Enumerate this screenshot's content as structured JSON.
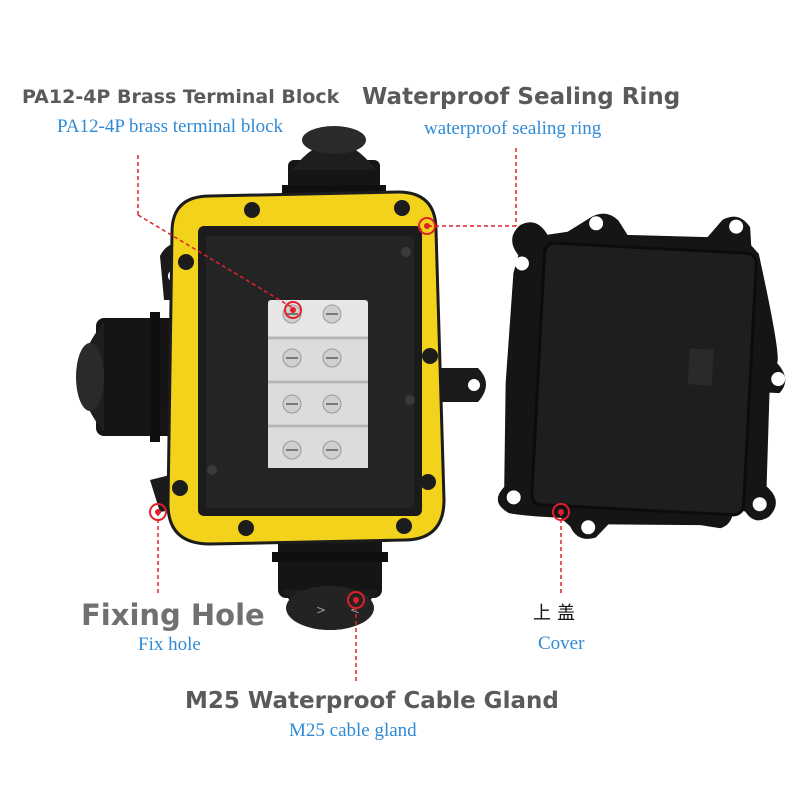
{
  "labels": {
    "terminal_block": {
      "title": "PA12-4P Brass Terminal Block",
      "subtitle": "PA12-4P brass terminal block"
    },
    "sealing_ring": {
      "title": "Waterproof Sealing Ring",
      "subtitle": "waterproof sealing ring"
    },
    "fixing_hole": {
      "title": "Fixing Hole",
      "subtitle": "Fix hole"
    },
    "cover": {
      "title_cn": "上盖",
      "subtitle": "Cover"
    },
    "cable_gland": {
      "title": "M25 Waterproof Cable Gland",
      "subtitle": "M25 cable gland"
    }
  },
  "colors": {
    "housing_yellow": "#f3d21c",
    "housing_black": "#1c1c1c",
    "callout_red": "#e0202a",
    "label_blue": "#2f8ad6",
    "label_gray": "#5a5a5a"
  }
}
